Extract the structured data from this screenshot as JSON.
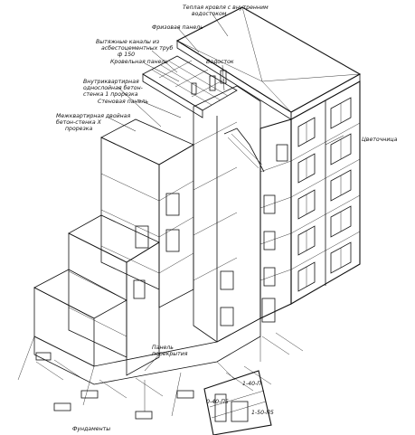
{
  "labels": {
    "roof_warm": "Теплая кровля с внутренним",
    "roof_warm_2": "водостоком",
    "frieze_panel": "Фризовая панель",
    "vent_channels": "Вытяжные каналы из",
    "vent_channels_2": "асбестоцементных труб",
    "vent_channels_3": "ф 150",
    "roof_panel": "Кровельная панель",
    "water_drain": "Водосток",
    "inner_wall": "Внутриквартирная",
    "inner_wall_2": "однослойная бетон-",
    "inner_wall_3": "стенка 1 прорезка",
    "ceiling_panel": "Стеновая панель",
    "interapt_wall": "Межквартирная двойная",
    "interapt_wall_2": "бетон-стенка X",
    "interapt_wall_3": "прорезка",
    "facade": "Цветочница",
    "slab_panel": "Панель",
    "slab_panel_2": "перекрытия",
    "foundation": "Фундаменты",
    "detail_1": "1-40-П",
    "detail_2": "0-40-П5",
    "detail_3": "1-50-П5"
  },
  "colors": {
    "ink": "#111111",
    "paper": "#ffffff"
  }
}
